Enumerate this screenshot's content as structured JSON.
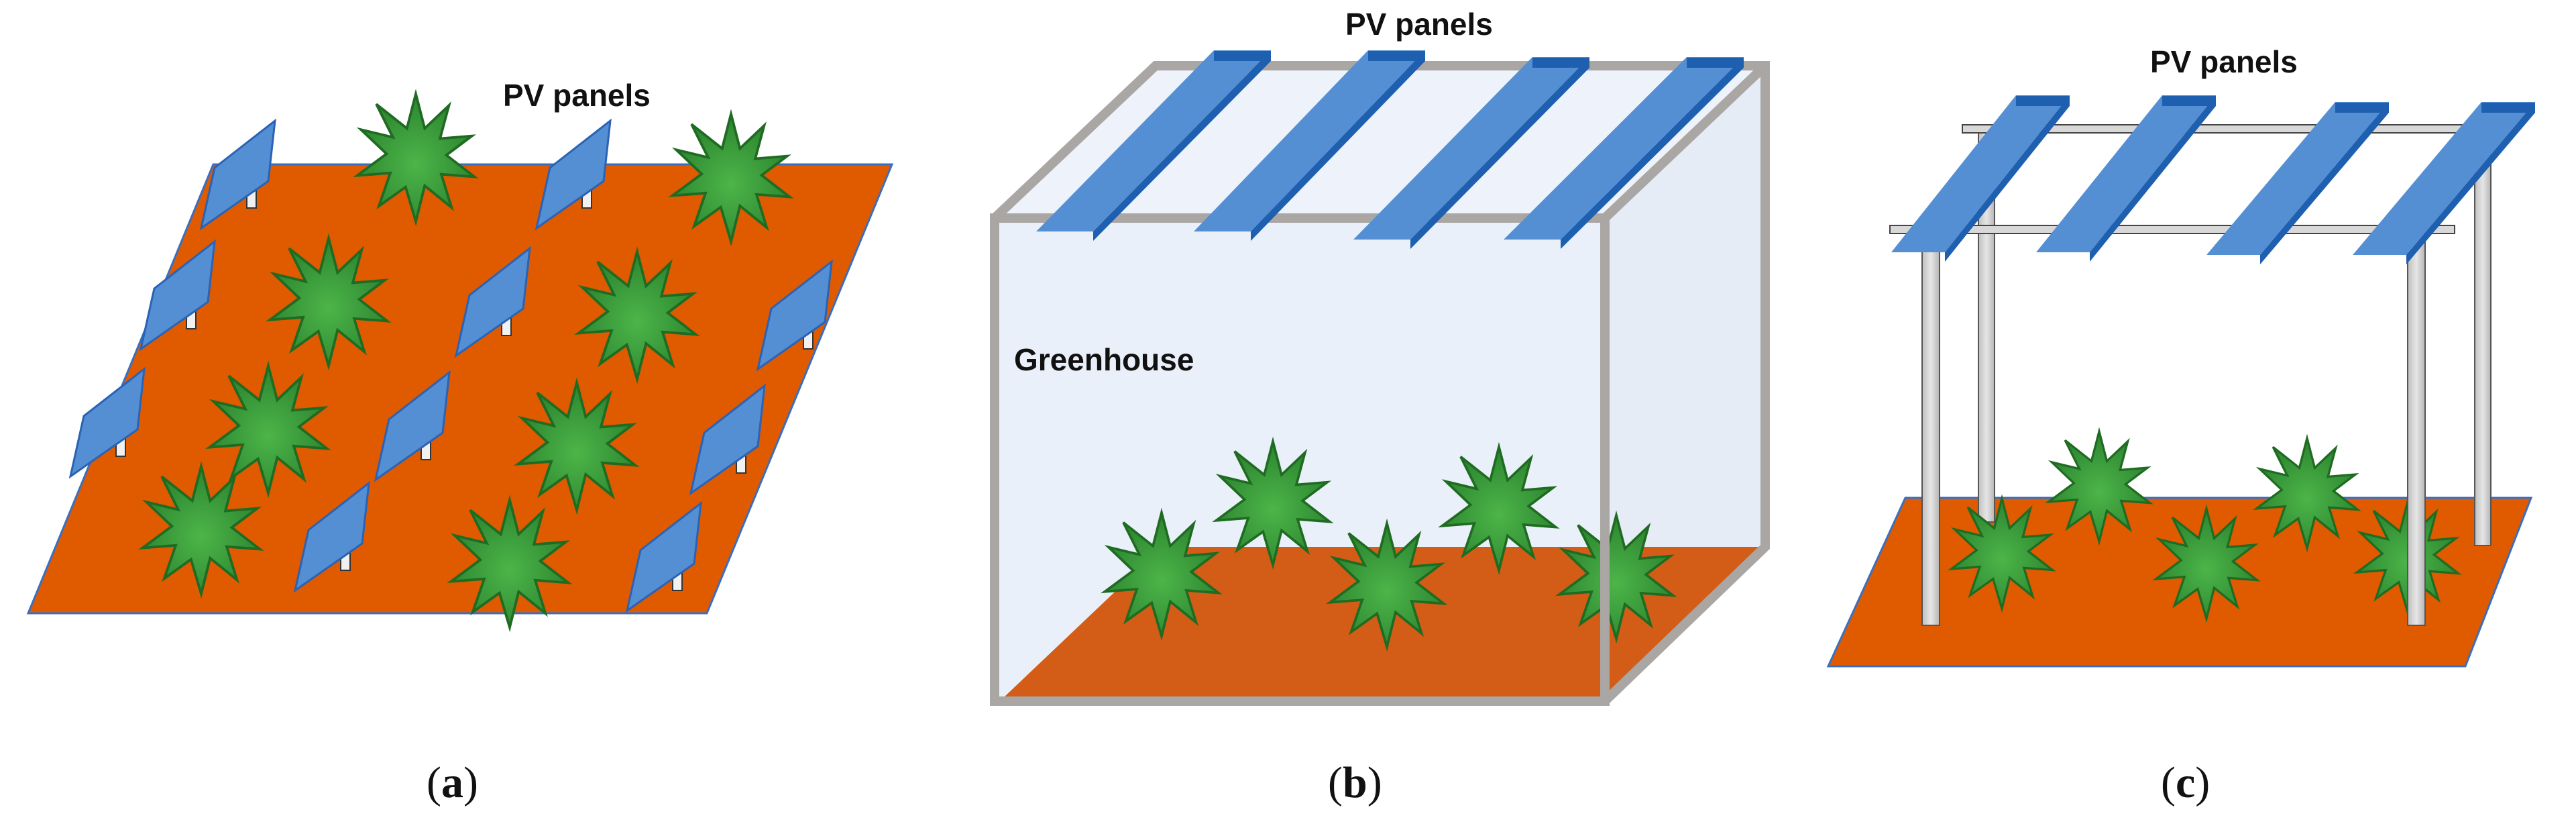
{
  "figure": {
    "panels": [
      {
        "id": "a",
        "caption": "(a)",
        "caption_letter": "a",
        "labels": [
          "PV panels"
        ],
        "scene": "open-field ground-mounted PV panels among crops"
      },
      {
        "id": "b",
        "caption": "(b)",
        "caption_letter": "b",
        "labels": [
          "PV panels",
          "Greenhouse"
        ],
        "scene": "PV panels on greenhouse roof"
      },
      {
        "id": "c",
        "caption": "(c)",
        "caption_letter": "c",
        "labels": [
          "PV panels"
        ],
        "scene": "elevated PV panels on pergola-like frame over crops"
      }
    ]
  },
  "colors": {
    "ground": "#e05a00",
    "panel": "#558fd3",
    "panel_edge": "#1e5fb0",
    "plant_dark": "#2f8a32",
    "plant_light": "#45ad42",
    "plant_edge": "#1f6b22",
    "greenhouse_fill": "#eaf0f9",
    "greenhouse_frame": "#aaa6a4",
    "pole": "#d6d6d6"
  }
}
